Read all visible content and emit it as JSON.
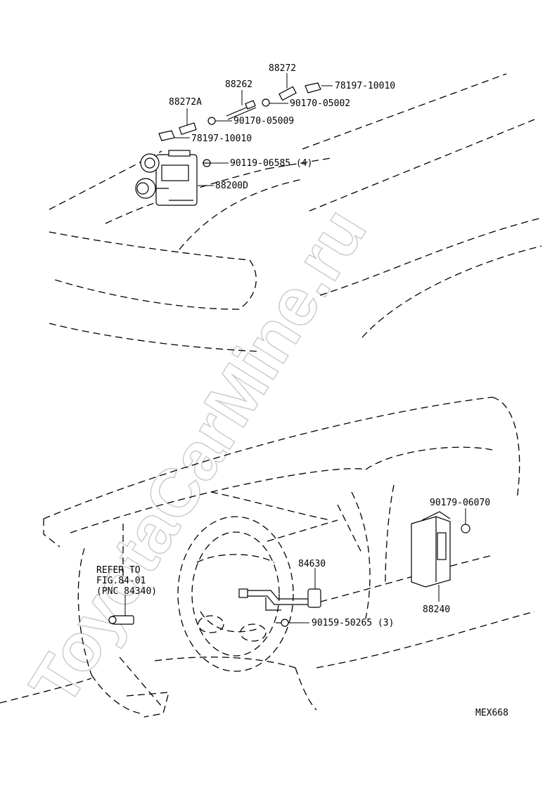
{
  "watermark": "ToyotaCarMine.ru",
  "upper_labels": {
    "p88272": "88272",
    "p78197_top": "78197-10010",
    "p88262": "88262",
    "p90170_05002": "90170-05002",
    "p88272a": "88272A",
    "p90170_05009": "90170-05009",
    "p78197_mid": "78197-10010",
    "p90119": "90119-06585 (4)",
    "p88200d": "88200D"
  },
  "lower_labels": {
    "refer_line1": "REFER TO",
    "refer_line2": "FIG.84-01",
    "refer_line3": "(PNC 84340)",
    "p90179": "90179-06070",
    "p84630": "84630",
    "p88240": "88240",
    "p90159": "90159-50265 (3)"
  },
  "figure_code": "MEX668"
}
